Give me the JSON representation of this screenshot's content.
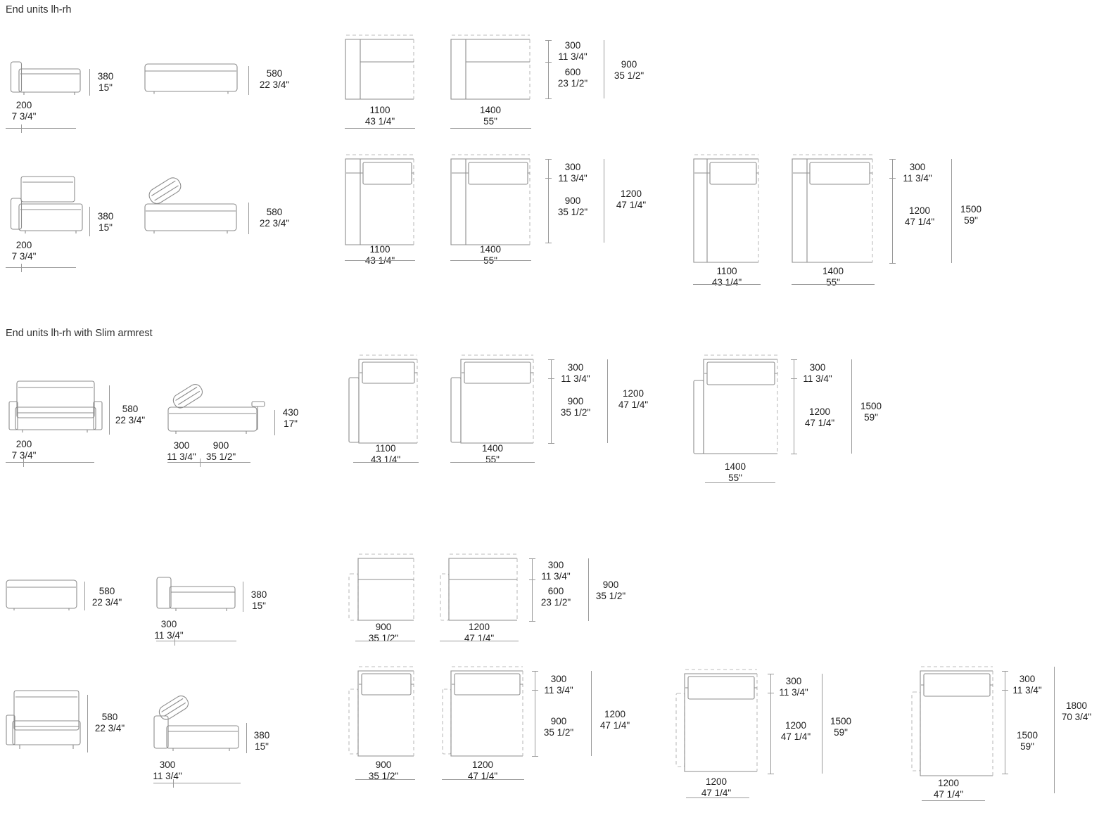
{
  "sections": {
    "s1": {
      "title": "End units lh-rh"
    },
    "s2": {
      "title": "End units lh-rh with Slim armrest"
    }
  },
  "labels": {
    "a1_h": {
      "mm": "380",
      "in": "15\""
    },
    "a1_w": {
      "mm": "200",
      "in": "7 3/4\""
    },
    "a2_h": {
      "mm": "580",
      "in": "22 3/4\""
    },
    "a3_w": {
      "mm": "1100",
      "in": "43 1/4\""
    },
    "a4_w": {
      "mm": "1400",
      "in": "55\""
    },
    "ar_300": {
      "mm": "300",
      "in": "11 3/4\""
    },
    "ar_600": {
      "mm": "600",
      "in": "23 1/2\""
    },
    "ar_900": {
      "mm": "900",
      "in": "35 1/2\""
    },
    "b1_h": {
      "mm": "380",
      "in": "15\""
    },
    "b1_w": {
      "mm": "200",
      "in": "7 3/4\""
    },
    "b2_h": {
      "mm": "580",
      "in": "22 3/4\""
    },
    "b3_w": {
      "mm": "1100",
      "in": "43 1/4\""
    },
    "b4_w": {
      "mm": "1400",
      "in": "55\""
    },
    "br_300": {
      "mm": "300",
      "in": "11 3/4\""
    },
    "br_900": {
      "mm": "900",
      "in": "35 1/2\""
    },
    "br_1200": {
      "mm": "1200",
      "in": "47 1/4\""
    },
    "b5_w": {
      "mm": "1100",
      "in": "43 1/4\""
    },
    "b6_w": {
      "mm": "1400",
      "in": "55\""
    },
    "br2_300": {
      "mm": "300",
      "in": "11 3/4\""
    },
    "br2_1200": {
      "mm": "1200",
      "in": "47 1/4\""
    },
    "br2_1500": {
      "mm": "1500",
      "in": "59\""
    },
    "c1_h": {
      "mm": "580",
      "in": "22 3/4\""
    },
    "c1_w": {
      "mm": "200",
      "in": "7 3/4\""
    },
    "c2_h": {
      "mm": "430",
      "in": "17\""
    },
    "c2_w1": {
      "mm": "300",
      "in": "11 3/4\""
    },
    "c2_w2": {
      "mm": "900",
      "in": "35 1/2\""
    },
    "c3_w": {
      "mm": "1100",
      "in": "43 1/4\""
    },
    "c4_w": {
      "mm": "1400",
      "in": "55\""
    },
    "cr_300": {
      "mm": "300",
      "in": "11 3/4\""
    },
    "cr_900": {
      "mm": "900",
      "in": "35 1/2\""
    },
    "cr_1200": {
      "mm": "1200",
      "in": "47 1/4\""
    },
    "c5_w": {
      "mm": "1400",
      "in": "55\""
    },
    "cr2_300": {
      "mm": "300",
      "in": "11 3/4\""
    },
    "cr2_1200": {
      "mm": "1200",
      "in": "47 1/4\""
    },
    "cr2_1500": {
      "mm": "1500",
      "in": "59\""
    },
    "d1_h": {
      "mm": "580",
      "in": "22 3/4\""
    },
    "d2_h": {
      "mm": "380",
      "in": "15\""
    },
    "d2_w": {
      "mm": "300",
      "in": "11 3/4\""
    },
    "d3_w": {
      "mm": "900",
      "in": "35 1/2\""
    },
    "d4_w": {
      "mm": "1200",
      "in": "47 1/4\""
    },
    "dr_300": {
      "mm": "300",
      "in": "11 3/4\""
    },
    "dr_600": {
      "mm": "600",
      "in": "23 1/2\""
    },
    "dr_900": {
      "mm": "900",
      "in": "35 1/2\""
    },
    "e1_h": {
      "mm": "580",
      "in": "22 3/4\""
    },
    "e2_h": {
      "mm": "380",
      "in": "15\""
    },
    "e2_w": {
      "mm": "300",
      "in": "11 3/4\""
    },
    "e3_w": {
      "mm": "900",
      "in": "35 1/2\""
    },
    "e4_w": {
      "mm": "1200",
      "in": "47 1/4\""
    },
    "er_300": {
      "mm": "300",
      "in": "11 3/4\""
    },
    "er_900": {
      "mm": "900",
      "in": "35 1/2\""
    },
    "er_1200": {
      "mm": "1200",
      "in": "47 1/4\""
    },
    "e5_w": {
      "mm": "1200",
      "in": "47 1/4\""
    },
    "er2_300": {
      "mm": "300",
      "in": "11 3/4\""
    },
    "er2_1200": {
      "mm": "1200",
      "in": "47 1/4\""
    },
    "er2_1500": {
      "mm": "1500",
      "in": "59\""
    },
    "e6_w": {
      "mm": "1200",
      "in": "47 1/4\""
    },
    "er3_300": {
      "mm": "300",
      "in": "11 3/4\""
    },
    "er3_1500": {
      "mm": "1500",
      "in": "59\""
    },
    "er3_1800": {
      "mm": "1800",
      "in": "70 3/4\""
    }
  }
}
